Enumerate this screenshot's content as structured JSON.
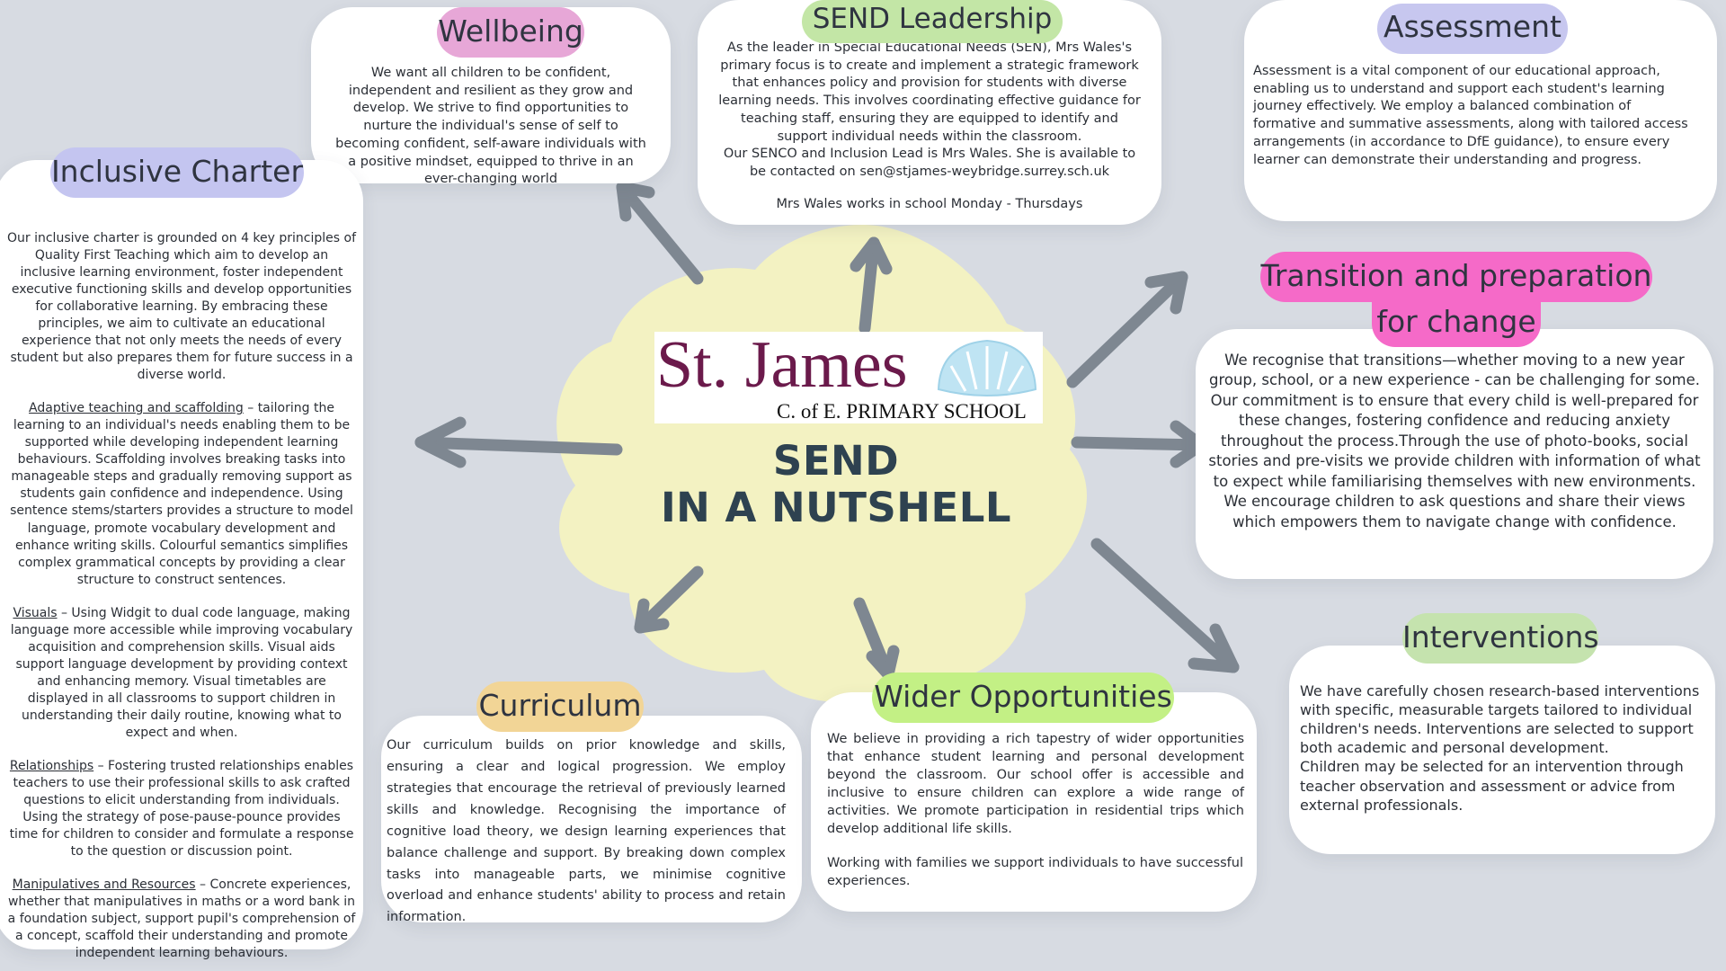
{
  "hub": {
    "logo_name": "St. James",
    "logo_sub": "C. of E. PRIMARY SCHOOL",
    "title_line1": "SEND",
    "title_line2": "IN A NUTSHELL"
  },
  "colors": {
    "background": "#d7dbe2",
    "blob": "#f3f2c2",
    "arrow": "#7e8791",
    "wellbeing": "#e7a7d7",
    "send_leadership": "#c3e6a6",
    "assessment": "#c7c7ef",
    "inclusive_charter": "#c4c5f0",
    "transition": "#f56ac8",
    "interventions": "#c5e3ae",
    "curriculum": "#f2d596",
    "wider_opportunities": "#c3f085"
  },
  "wellbeing": {
    "heading": "Wellbeing",
    "text": "We want all children to be confident, independent and resilient as they grow and develop. We strive to find opportunities to nurture the individual's sense of self to becoming confident, self-aware individuals with a positive mindset, equipped to thrive in an ever-changing world"
  },
  "send_leadership": {
    "heading": "SEND Leadership",
    "text": "As the leader in Special Educational Needs (SEN), Mrs Wales's primary focus is to create and implement a strategic framework that enhances policy and provision for students with diverse learning needs. This involves coordinating effective guidance for teaching staff, ensuring they are equipped to identify and support individual needs within the classroom.",
    "contact": "Our SENCO and Inclusion Lead is Mrs Wales. She is available to be contacted on sen@stjames-weybridge.surrey.sch.uk",
    "days": "Mrs Wales works in school Monday - Thursdays"
  },
  "assessment": {
    "heading": "Assessment",
    "text": "Assessment is a vital component of our educational approach, enabling us to understand and support each student's learning journey effectively. We employ a balanced combination of formative and summative assessments, along with tailored access arrangements (in accordance to DfE guidance), to ensure every learner can demonstrate their understanding and progress."
  },
  "inclusive_charter": {
    "heading": "Inclusive Charter",
    "intro": "Our inclusive charter is grounded on 4 key principles of Quality First Teaching which aim to develop an inclusive learning environment, foster independent executive functioning skills and develop opportunities for collaborative learning. By embracing these principles, we aim to cultivate an educational experience that not only meets the needs of every student but also prepares them for future success in a diverse world.",
    "adaptive_title": "Adaptive teaching and scaffolding",
    "adaptive_text": " – tailoring the learning to an individual's needs enabling them to be supported while developing independent learning behaviours. Scaffolding involves breaking tasks into manageable steps and gradually removing support as students gain confidence and independence. Using sentence stems/starters provides a structure to model language, promote vocabulary development and enhance writing skills. Colourful semantics simplifies complex grammatical concepts by providing a clear structure to construct sentences.",
    "visuals_title": "Visuals",
    "visuals_text": " – Using Widgit to dual code language, making language more accessible while improving vocabulary acquisition and comprehension skills. Visual aids support language development by providing context and enhancing memory. Visual timetables are displayed in all classrooms to support children in understanding their daily routine, knowing what to expect and when.",
    "relationships_title": "Relationships",
    "relationships_text": " – Fostering trusted relationships enables teachers to use their professional skills to ask crafted questions to elicit understanding from individuals. Using the strategy of pose-pause-pounce provides time for children to consider and formulate a response to the question or discussion point.",
    "manipulatives_title": "Manipulatives and Resources",
    "manipulatives_text": " – Concrete experiences, whether that manipulatives in maths or a word bank in a foundation subject, support pupil's comprehension of a concept, scaffold their understanding and promote independent learning behaviours."
  },
  "transition": {
    "heading_line1": "Transition and preparation",
    "heading_line2": "for change",
    "text": "We recognise that transitions—whether moving to a new year group, school, or a new experience - can be challenging for some. Our commitment is to ensure that every child is well-prepared for these changes, fostering confidence and reducing anxiety throughout the process.Through the use of photo-books, social stories and pre-visits we provide children with information of what to expect while familiarising themselves with new environments. We encourage children to ask questions and share their views which empowers them to navigate change with confidence."
  },
  "interventions": {
    "heading": "Interventions",
    "text": "We have carefully chosen research-based interventions with specific, measurable targets tailored to individual children's needs. Interventions are selected to support both academic and personal development.",
    "text2": "Children may be selected for an intervention through teacher observation and assessment or advice from external professionals."
  },
  "curriculum": {
    "heading": "Curriculum",
    "text": "Our curriculum builds on prior knowledge and skills, ensuring a clear and logical progression. We employ strategies that encourage the retrieval of previously learned skills and knowledge. Recognising the importance of cognitive load theory, we design learning experiences that balance challenge and support. By breaking down complex tasks into manageable parts, we minimise cognitive overload and enhance students' ability to process and retain information."
  },
  "wider_opportunities": {
    "heading": "Wider Opportunities",
    "text": "We believe in providing a rich tapestry of wider opportunities that enhance student learning and personal development beyond the classroom. Our school offer is accessible and inclusive to ensure children can explore a wide range of activities. We promote participation in residential trips which develop additional life skills.",
    "text2": "Working with families we support individuals to have successful experiences."
  }
}
